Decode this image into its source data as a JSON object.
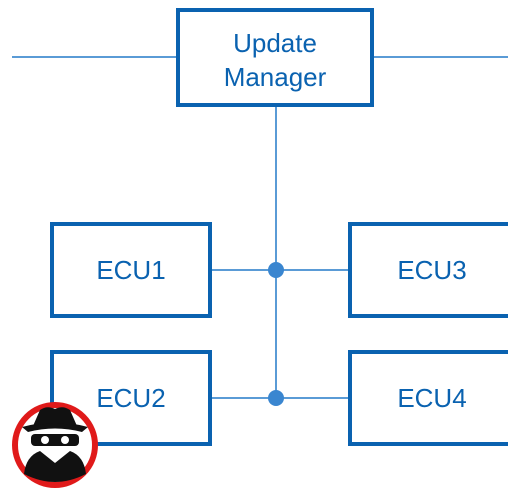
{
  "nodes": {
    "update_manager": {
      "line1": "Update",
      "line2": "Manager"
    },
    "ecu1": {
      "label": "ECU1"
    },
    "ecu2": {
      "label": "ECU2"
    },
    "ecu3": {
      "label": "ECU3"
    },
    "ecu4": {
      "label": "ECU4"
    }
  },
  "icons": {
    "attacker": "hacker-spy-icon"
  },
  "colors": {
    "node_border": "#0a62b0",
    "node_text": "#0a62b0",
    "bus_line": "#5a9bd6",
    "junction": "#3a86d0",
    "attacker_badge_ring": "#e01a1a",
    "attacker_badge_fill": "#ffffff",
    "attacker_figure": "#111111"
  }
}
